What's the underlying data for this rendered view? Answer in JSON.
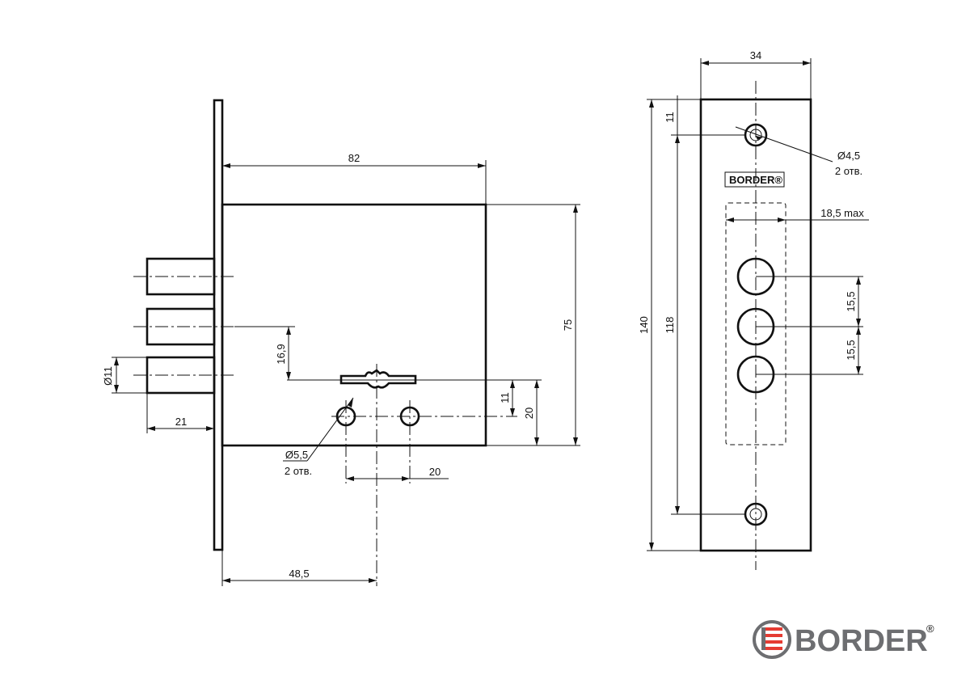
{
  "side_view": {
    "dim_width": "82",
    "dim_height": "75",
    "dim_keyhole_offset": "16,9",
    "dim_bolt_dia": "Ø11",
    "dim_bolt_projection": "21",
    "dim_screw_spacing": "20",
    "dim_screw_vertical": "11",
    "dim_screw_to_bottom": "20",
    "dim_backset": "48,5",
    "hole_label_dia": "Ø5,5",
    "hole_label_count": "2 отв."
  },
  "faceplate_view": {
    "dim_width": "34",
    "dim_total_height": "140",
    "dim_hole_spacing": "118",
    "dim_top_offset": "11",
    "dim_bolt_spacing_1": "15,5",
    "dim_bolt_spacing_2": "15,5",
    "dim_opening_width": "18,5 max",
    "hole_label_dia": "Ø4,5",
    "hole_label_count": "2 отв.",
    "brand_mark": "BORDER®"
  },
  "logo": {
    "text": "BORDER",
    "registered": "®",
    "color": "#6d6e71",
    "accent": "#e53b32"
  }
}
